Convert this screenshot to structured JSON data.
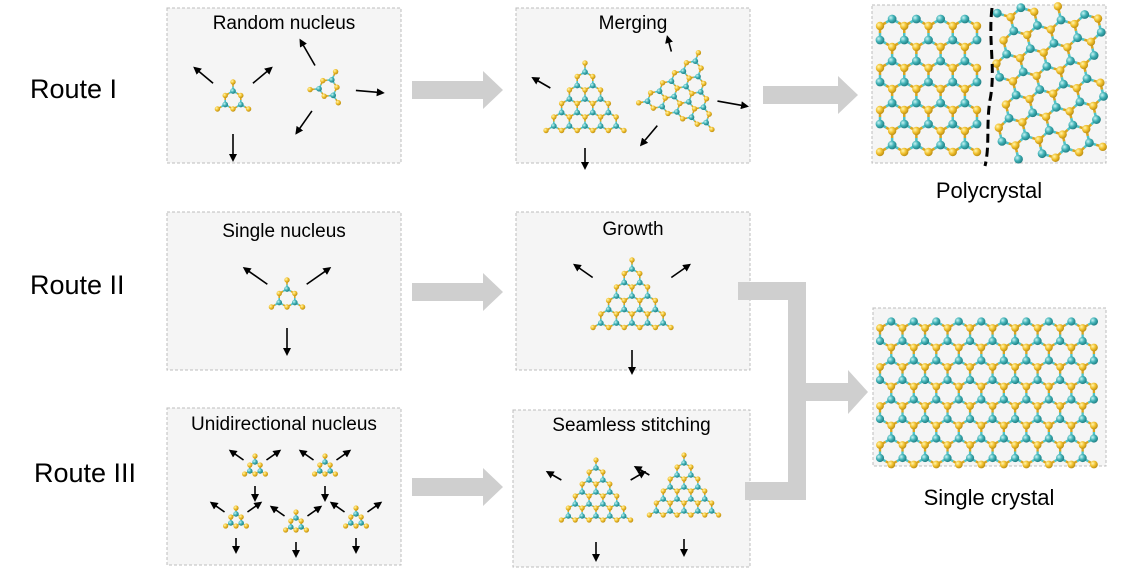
{
  "routes": [
    "Route I",
    "Route II",
    "Route III"
  ],
  "panels": {
    "random_nucleus": "Random nucleus",
    "merging": "Merging",
    "single_nucleus": "Single nucleus",
    "growth": "Growth",
    "unidirectional_nucleus": "Unidirectional nucleus",
    "seamless_stitching": "Seamless stitching"
  },
  "results": {
    "polycrystal": "Polycrystal",
    "single_crystal": "Single crystal"
  },
  "colors": {
    "atom_a": "#f2c12e",
    "atom_b": "#3fb1b6",
    "panel_bg": "#f5f5f5",
    "flow_arrow": "#cfcfcf",
    "panel_border": "#bdbdbd"
  }
}
